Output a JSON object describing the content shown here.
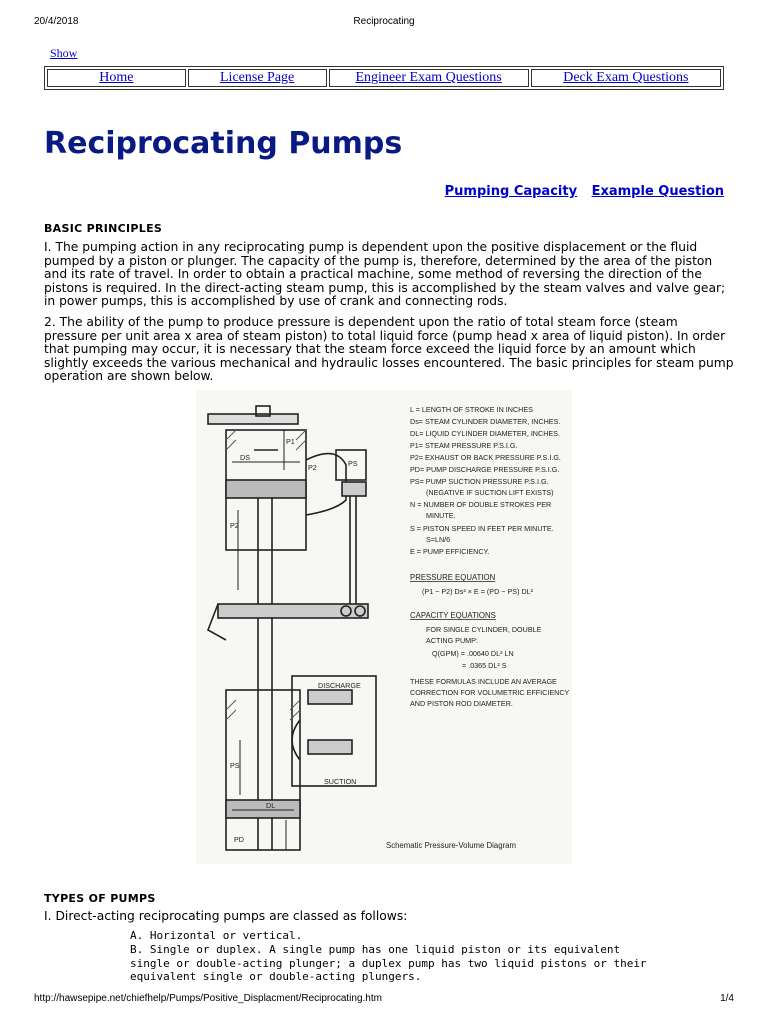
{
  "print_header": {
    "date": "20/4/2018",
    "title": "Reciprocating"
  },
  "show_link": "Show",
  "nav": [
    {
      "label": "Home"
    },
    {
      "label": "License Page"
    },
    {
      "label": "Engineer Exam Questions"
    },
    {
      "label": "Deck Exam Questions"
    }
  ],
  "page_title": "Reciprocating Pumps",
  "top_links": {
    "pumping_capacity": "Pumping Capacity",
    "example_question": "Example Question"
  },
  "basic_principles": {
    "heading": "BASIC PRINCIPLES",
    "p1": "I. The pumping action in any reciprocating pump is dependent upon the positive displacement or the fluid pumped by a piston or plunger. The capacity of the pump is, therefore, determined by the area of the piston and its rate of travel. In order to obtain a practical machine, some method of reversing the direction of the pistons is required. In the direct-acting steam pump, this is accomplished by the steam valves and valve gear; in power pumps, this is accomplished by use of crank and connecting rods.",
    "p2": "2. The ability of the pump to produce pressure is dependent upon the ratio of total steam force (steam pressure per unit area x area of steam piston) to total liquid force  (pump head x area of liquid piston). In order that pumping may occur, it is necessary that the steam force exceed the liquid force by an amount which slightly exceeds the various mechanical and hydraulic losses encountered. The basic principles for steam pump operation are shown below."
  },
  "figure": {
    "legend": [
      "L = LENGTH OF STROKE IN INCHES",
      "Ds= STEAM CYLINDER DIAMETER, INCHES.",
      "DL= LIQUID CYLINDER DIAMETER, INCHES.",
      "P1= STEAM PRESSURE P.S.I.G.",
      "P2= EXHAUST OR BACK PRESSURE P.S.I.G.",
      "PD= PUMP DISCHARGE PRESSURE P.S.I.G.",
      "PS= PUMP SUCTION PRESSURE P.S.I.G.",
      "(NEGATIVE IF SUCTION LIFT EXISTS)",
      "N = NUMBER OF DOUBLE STROKES PER",
      "MINUTE.",
      "S = PISTON SPEED IN FEET PER MINUTE.",
      "S=LN/6",
      "E = PUMP EFFICIENCY."
    ],
    "pressure_heading": "PRESSURE EQUATION",
    "pressure_eq": "(P1 − P2) Ds² × E = (PD − PS) DL²",
    "capacity_heading": "CAPACITY EQUATIONS",
    "capacity_lines": [
      "FOR SINGLE CYLINDER, DOUBLE",
      "ACTING PUMP:",
      "Q(GPM) = .00640 DL² LN",
      "= .0365 DL² S"
    ],
    "note_lines": [
      "THESE FORMULAS INCLUDE AN AVERAGE",
      "CORRECTION FOR VOLUMETRIC EFFICIENCY",
      "AND PISTON ROD DIAMETER."
    ],
    "caption": "Schematic Pressure-Volume Diagram",
    "labels": {
      "discharge": "DISCHARGE",
      "suction": "SUCTION",
      "p1": "P1",
      "p2_top": "P2",
      "p2_side": "P2",
      "ps_top": "PS",
      "ps_low": "PS",
      "ds": "DS",
      "dl": "DL",
      "pd": "PD"
    }
  },
  "types_of_pumps": {
    "heading": "TYPES OF PUMPS",
    "intro": "I. Direct-acting reciprocating pumps are classed as follows:",
    "line_a": "A. Horizontal or vertical.",
    "line_b": "B. Single or duplex. A single pump has one liquid piston or its equivalent\nsingle or double-acting plunger; a duplex pump has two liquid pistons or their\nequivalent single or double-acting plungers."
  },
  "print_footer": {
    "url": "http://hawsepipe.net/chiefhelp/Pumps/Positive_Displacment/Reciprocating.htm",
    "page": "1/4"
  },
  "colors": {
    "title": "#0a1a85",
    "link": "#0000cc"
  }
}
